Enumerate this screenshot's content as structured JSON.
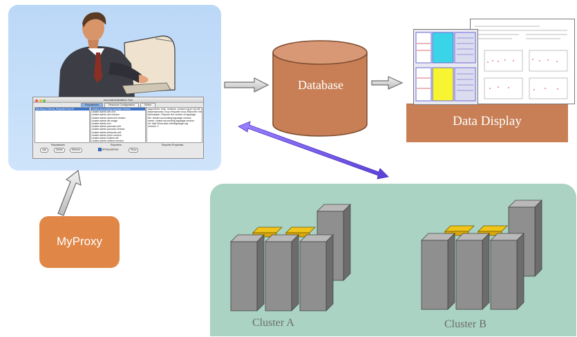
{
  "tool_window": {
    "title": "Inca Administration Tool",
    "tabs": [
      "Repositories",
      "Resource Configuration",
      "Suites"
    ],
    "repositories_list": [
      "file:/inca-2.0/Inca_Reporter 5.6172"
    ],
    "reporters_list": [
      "cluster.accounting.bgusage.version",
      "cluster.admin.ant.unit",
      "cluster.admin.ant.version",
      "cluster.admin.autoconf.version",
      "cluster.admin.db.usage",
      "cluster.admin.env",
      "cluster.admin.pacman.unit",
      "cluster.admin.pacman.version",
      "cluster.admin.pbstools.unit",
      "cluster.admin.perfc.version",
      "cluster.admin.softenv.db",
      "cluster.admin.softenv.version"
    ],
    "properties_text": [
      "arguments: help -verbose -version log [0-3] ['off','test']",
      "dependencies: Inca::Reporter Inca::Reporter::Version",
      "description: Reports the version of bgusage",
      "file: cluster.accounting.bgusage.version",
      "name: cluster.accounting.bgusage.version",
      "url: http://inca.sdsc.edu/bgusage.org",
      "version: 2"
    ],
    "repositories_label": "Repositories",
    "reporters_label": "Reporters",
    "properties_label": "Reporter Properties",
    "buttons": {
      "add": "Add",
      "delete": "Delete",
      "refresh": "Refresh",
      "show": "Show"
    },
    "all_repositories_checkbox": "All Repositories"
  },
  "database_label": "Database",
  "data_display_label": "Data Display",
  "myproxy_label": "MyProxy",
  "clusters": [
    {
      "label": "Cluster A"
    },
    {
      "label": "Cluster B"
    }
  ],
  "colors": {
    "tool_panel": "#c2dcf8",
    "database": "#c87f55",
    "data_display": "#c87f55",
    "myproxy": "#e08747",
    "cluster_panel": "#aad3c4",
    "server_gray": "#8f8f8f",
    "server_yellow": "#f0c419",
    "link_arrow": "#7b58e0"
  }
}
